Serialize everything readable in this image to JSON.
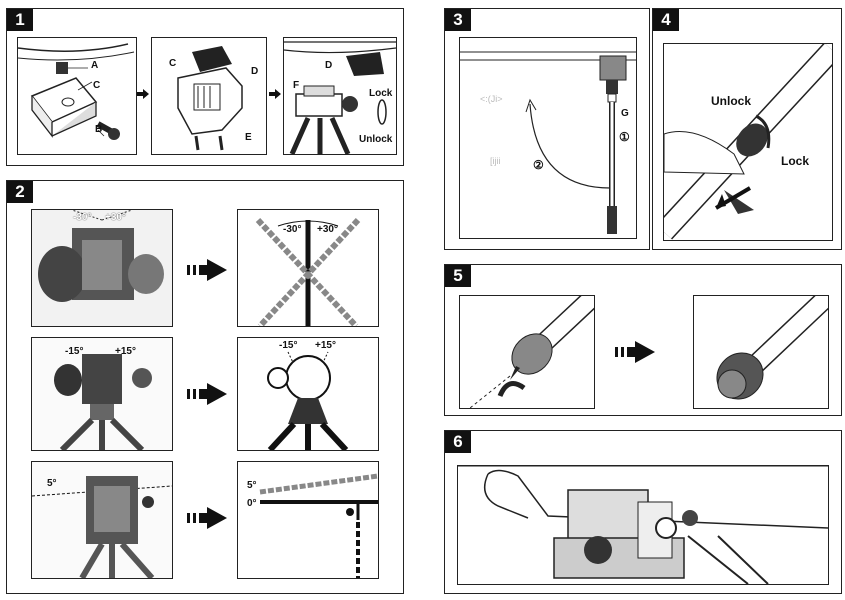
{
  "sections": {
    "s1": {
      "badge": "1"
    },
    "s2": {
      "badge": "2"
    },
    "s3": {
      "badge": "3"
    },
    "s4": {
      "badge": "4"
    },
    "s5": {
      "badge": "5"
    },
    "s6": {
      "badge": "6"
    }
  },
  "s1_labels": {
    "a": "A",
    "b": "B",
    "c1": "C",
    "c2": "C",
    "d1": "D",
    "d2": "D",
    "e": "E",
    "f": "F",
    "lock": "Lock",
    "unlock": "Unlock"
  },
  "s2_labels": {
    "r1_l": "-30°",
    "r1_r": "+30°",
    "r1b_l": "-30°",
    "r1b_r": "+30°",
    "r2_l": "-15°",
    "r2_r": "+15°",
    "r2b_l": "-15°",
    "r2b_r": "+15°",
    "r3_a": "5°",
    "r3b_a": "5°",
    "r3b_b": "0°"
  },
  "s3_labels": {
    "g": "G",
    "step1": "①",
    "step2": "②"
  },
  "s4_labels": {
    "unlock": "Unlock",
    "lock": "Lock"
  }
}
